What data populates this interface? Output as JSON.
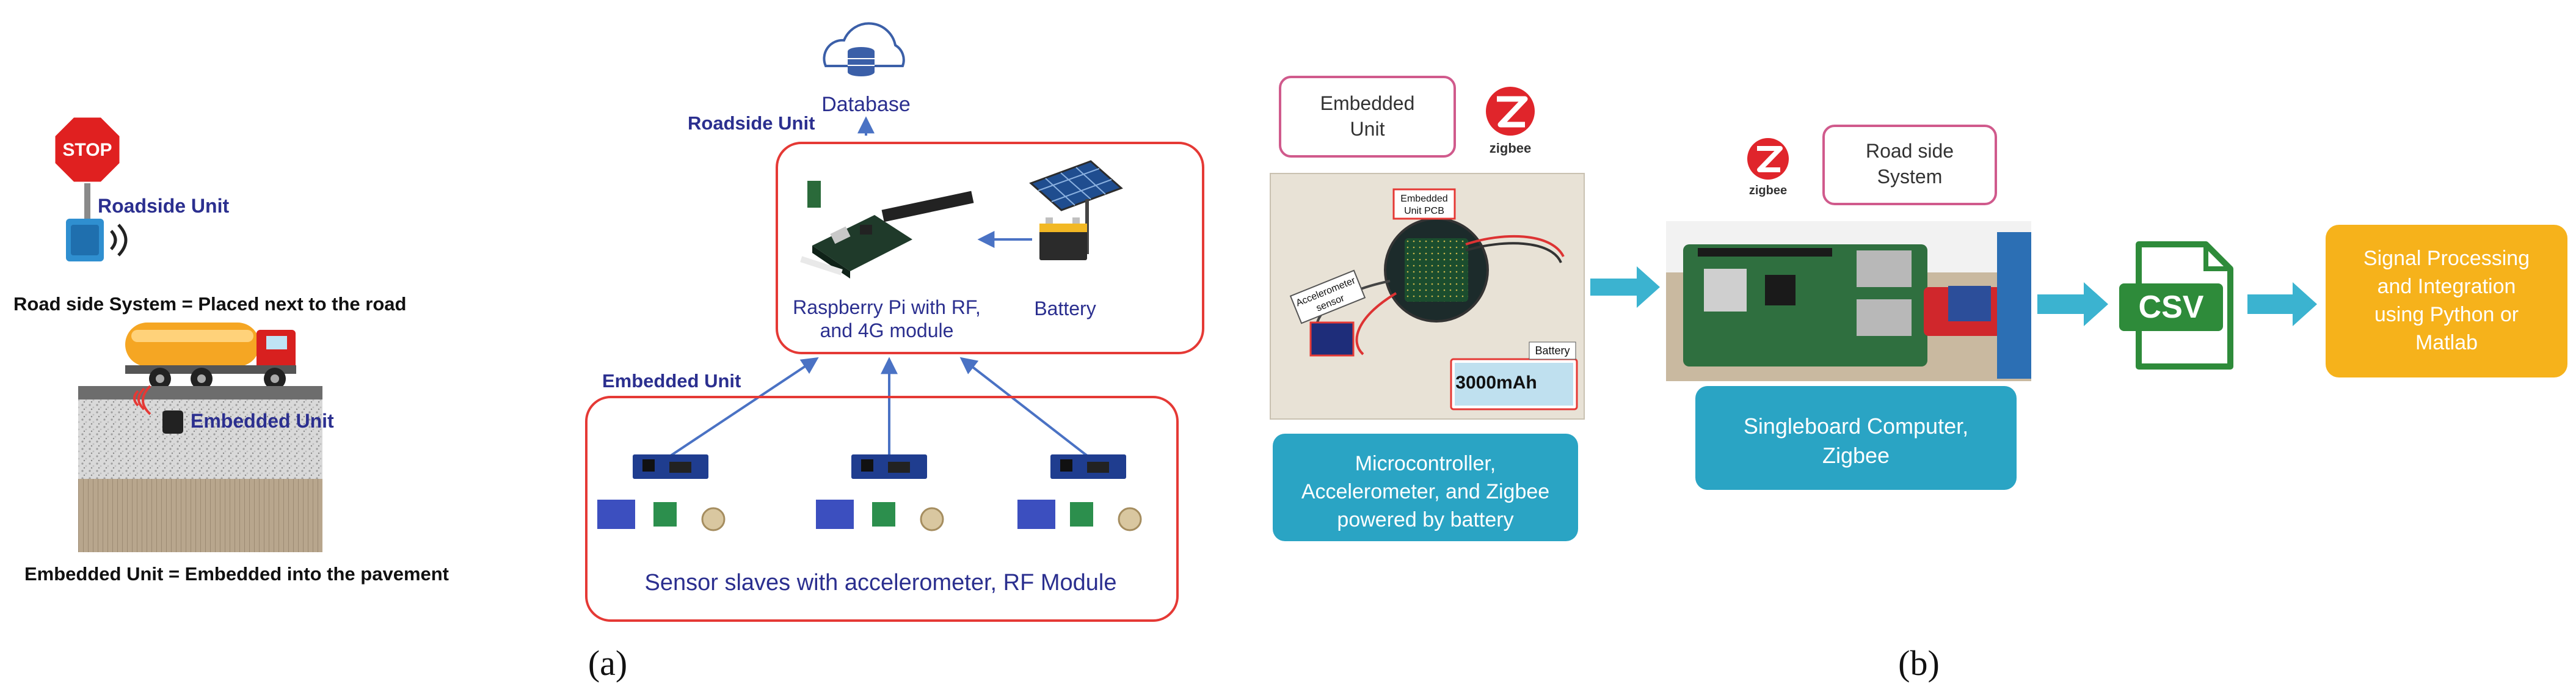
{
  "panel_left": {
    "stop_sign": "STOP",
    "roadside_unit_label": "Roadside Unit",
    "roadside_caption": "Road side System = Placed next to the road",
    "embedded_unit_label": "Embedded Unit",
    "embedded_caption": "Embedded Unit = Embedded into the pavement"
  },
  "panel_a": {
    "database_label": "Database",
    "roadside_unit_title": "Roadside Unit",
    "pi_label_line1": "Raspberry Pi with RF,",
    "pi_label_line2": "and 4G module",
    "battery_label": "Battery",
    "embedded_unit_title": "Embedded Unit",
    "sensor_caption": "Sensor slaves with accelerometer, RF Module",
    "caption_letter": "(a)"
  },
  "panel_b": {
    "embedded_unit_line1": "Embedded",
    "embedded_unit_line2": "Unit",
    "zigbee_label": "zigbee",
    "photo_pcb_line1": "Embedded",
    "photo_pcb_line2": "Unit PCB",
    "photo_accel_line1": "Accelerometer",
    "photo_accel_line2": "sensor",
    "photo_battery": "Battery",
    "photo_battery_capacity": "3000mAh",
    "micro_box_line1": "Microcontroller,",
    "micro_box_line2": "Accelerometer, and Zigbee",
    "micro_box_line3": "powered by battery",
    "roadside_system_line1": "Road side",
    "roadside_system_line2": "System",
    "sbc_box_line1": "Singleboard Computer,",
    "sbc_box_line2": "Zigbee",
    "csv_label": "CSV",
    "signal_box_line1": "Signal Processing",
    "signal_box_line2": "and Integration",
    "signal_box_line3": "using Python or",
    "signal_box_line4": "Matlab",
    "caption_letter": "(b)"
  },
  "colors": {
    "navy_label": "#2b2f8f",
    "red_frame": "#e53935",
    "pink_frame": "#d05a8c",
    "teal_box": "#2aa4c4",
    "teal_arrow": "#3bb3d0",
    "orange_box": "#f6b21b",
    "green_csv": "#2e8b3a",
    "blue_connector": "#4a72c4"
  }
}
